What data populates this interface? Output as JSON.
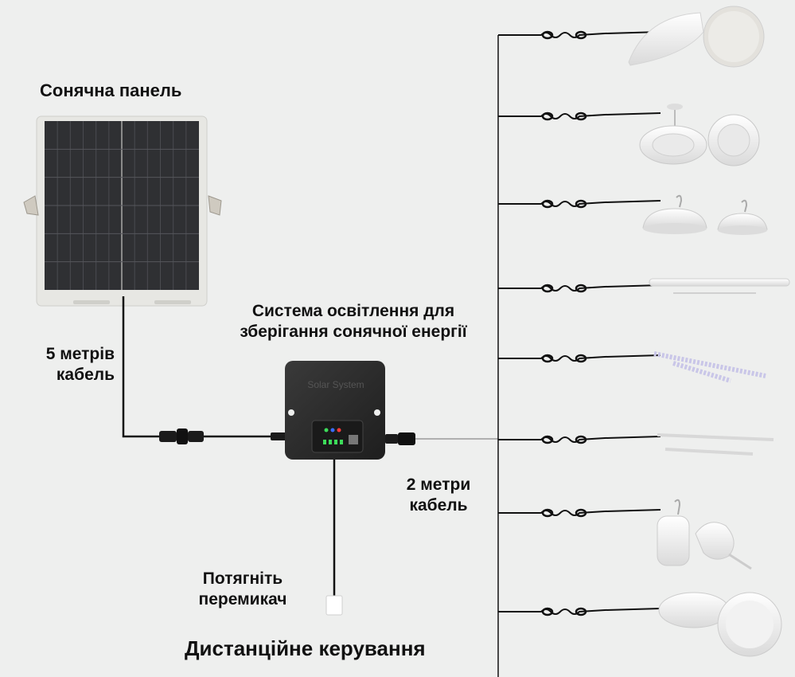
{
  "labels": {
    "solar_panel": "Сонячна панель",
    "system_line1": "Система освітлення для",
    "system_line2": "зберігання сонячної енергії",
    "cable_5m_line1": "5 метрів",
    "cable_5m_line2": "кабель",
    "cable_2m_line1": "2 метри",
    "cable_2m_line2": "кабель",
    "pull_switch_line1": "Потягніть",
    "pull_switch_line2": "перемикач",
    "remote_control": "Дистанційне керування",
    "controller_marking": "Solar System"
  },
  "lamps": [
    {
      "name": "ceiling-disc-lamp"
    },
    {
      "name": "ceiling-fan-lamp"
    },
    {
      "name": "ufo-hanging-lamp"
    },
    {
      "name": "tube-lamp"
    },
    {
      "name": "spiral-strip-lamp"
    },
    {
      "name": "thin-tube-lamp"
    },
    {
      "name": "bulb-lamp"
    },
    {
      "name": "flat-ceiling-lamp"
    }
  ],
  "colors": {
    "background": "#eeefee",
    "controller": "#2b2b2b",
    "panel_cells": "#2f3033",
    "wire": "#111111",
    "lamp": "#f4f4f4",
    "led_green": "#3ddc5a",
    "led_blue": "#3a6cff",
    "led_red": "#ff3a3a"
  }
}
